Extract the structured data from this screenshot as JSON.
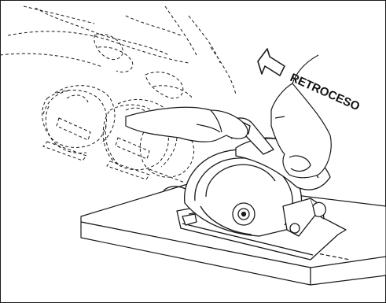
{
  "figure": {
    "label": "RETROCESO",
    "arrow_direction": "up-left",
    "line_color": "#1a1a1a",
    "background": "#ffffff",
    "elements": [
      "circular-saw",
      "workpiece-board",
      "operator-hands",
      "kickback-motion-ghost",
      "kickback-arrow"
    ]
  }
}
